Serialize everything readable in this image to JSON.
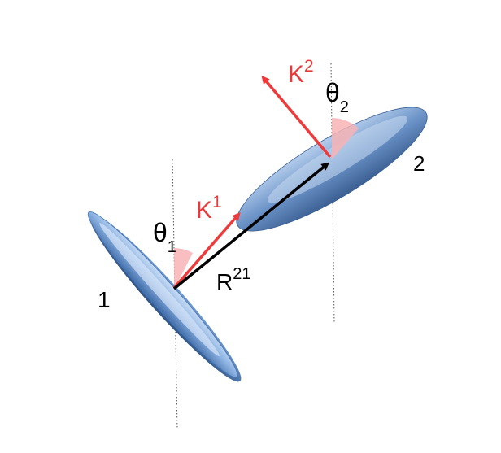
{
  "labels": {
    "disk1": "1",
    "disk2": "2",
    "k1": {
      "base": "K",
      "sup": "1"
    },
    "k2": {
      "base": "K",
      "sup": "2"
    },
    "r21": {
      "base": "R",
      "sup": "21"
    },
    "theta1": {
      "base": "θ",
      "sub": "1"
    },
    "theta2": {
      "base": "θ",
      "sub": "2"
    }
  },
  "colors": {
    "disk_fill": "#7fa8dc",
    "disk_dark": "#3f6ca8",
    "disk_light": "#c9ddf5",
    "vector_red": "#ee3a3a",
    "vector_black": "#000000",
    "angle_fill": "#f7b3b5",
    "reference_line": "#555555",
    "label_red": "#e83a3a",
    "label_black": "#000000"
  }
}
